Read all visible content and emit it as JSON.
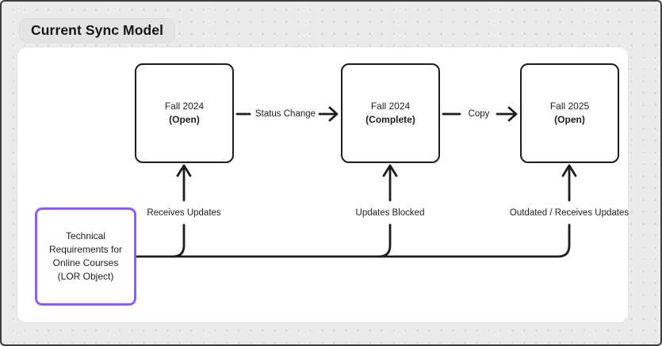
{
  "title": "Current Sync Model",
  "nodes": [
    {
      "line1": "Fall 2024",
      "line2": "(Open)"
    },
    {
      "line1": "Fall 2024",
      "line2": "(Complete)"
    },
    {
      "line1": "Fall 2025",
      "line2": "(Open)"
    }
  ],
  "source": {
    "text": "Technical Requirements for Online Courses (LOR Object)"
  },
  "connectors": {
    "status_change": "Status Change",
    "copy": "Copy",
    "receives_updates": "Receives Updates",
    "updates_blocked": "Updates Blocked",
    "outdated": "Outdated / Receives Updates"
  },
  "colors": {
    "stroke": "#1d1d1d",
    "accent_purple": "#8b5cf6",
    "canvas_bg": "#ebebeb",
    "frame_bg": "#ffffff",
    "pill_bg": "#e4e4e4"
  }
}
